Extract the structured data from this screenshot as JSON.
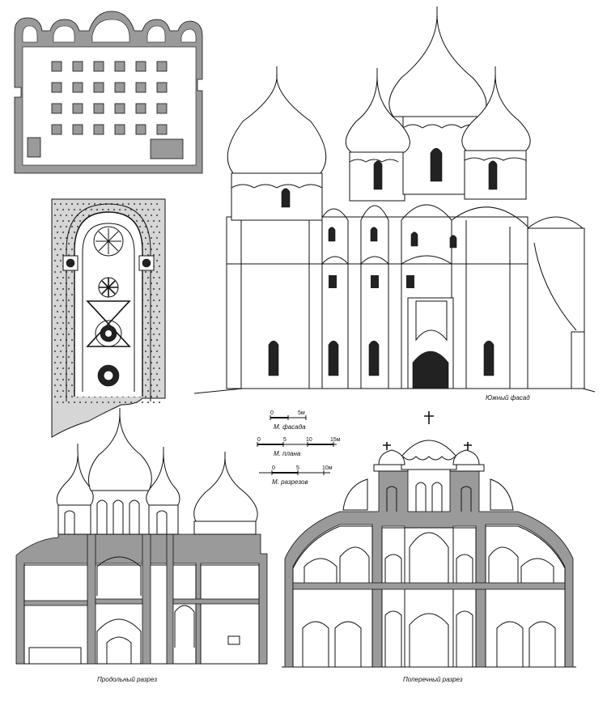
{
  "labels": {
    "facade": "Южный фасад",
    "longitudinal": "Продольный разрез",
    "transverse": "Поперечный разрез"
  },
  "scales": {
    "facade": {
      "ticks": [
        "0",
        "5м"
      ],
      "caption": "М. фасада"
    },
    "plan": {
      "ticks": [
        "0",
        "5",
        "10",
        "15м"
      ],
      "caption": "М. плана"
    },
    "sections": {
      "ticks": [
        "0",
        "5",
        "10м"
      ],
      "caption": "М. разрезов"
    }
  },
  "colors": {
    "ink": "#111111",
    "wall": "#9a9a9a",
    "paper": "#ffffff"
  }
}
